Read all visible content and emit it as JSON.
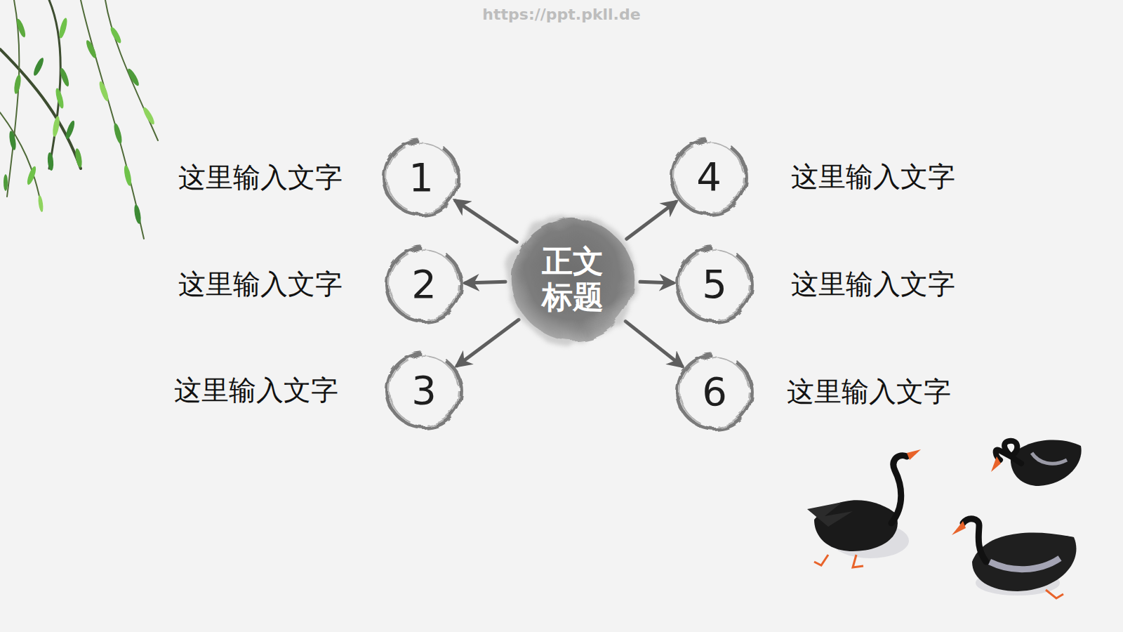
{
  "diagram": {
    "nodes": [
      {
        "text": [
          "正文 标题"
        ]
      },
      {
        "text": [
          "1"
        ]
      },
      {
        "text": [
          "2"
        ]
      },
      {
        "text": [
          "3"
        ]
      },
      {
        "text": [
          "4"
        ]
      },
      {
        "text": [
          "5"
        ]
      },
      {
        "text": [
          "6"
        ]
      }
    ],
    "edges": [
      {
        "from": 0,
        "to": 1,
        "arrow": "to"
      },
      {
        "from": 0,
        "to": 2,
        "arrow": "to"
      },
      {
        "from": 0,
        "to": 3,
        "arrow": "to"
      },
      {
        "from": 0,
        "to": 4,
        "arrow": "to"
      },
      {
        "from": 0,
        "to": 5,
        "arrow": "to"
      },
      {
        "from": 0,
        "to": 6,
        "arrow": "to"
      }
    ],
    "labels": [
      "https://ppt.pkll.de",
      "这里输入文字",
      "这里输入文字",
      "这里输入文字",
      "这里输入文字",
      "这里输入文字",
      "这里输入文字"
    ]
  }
}
